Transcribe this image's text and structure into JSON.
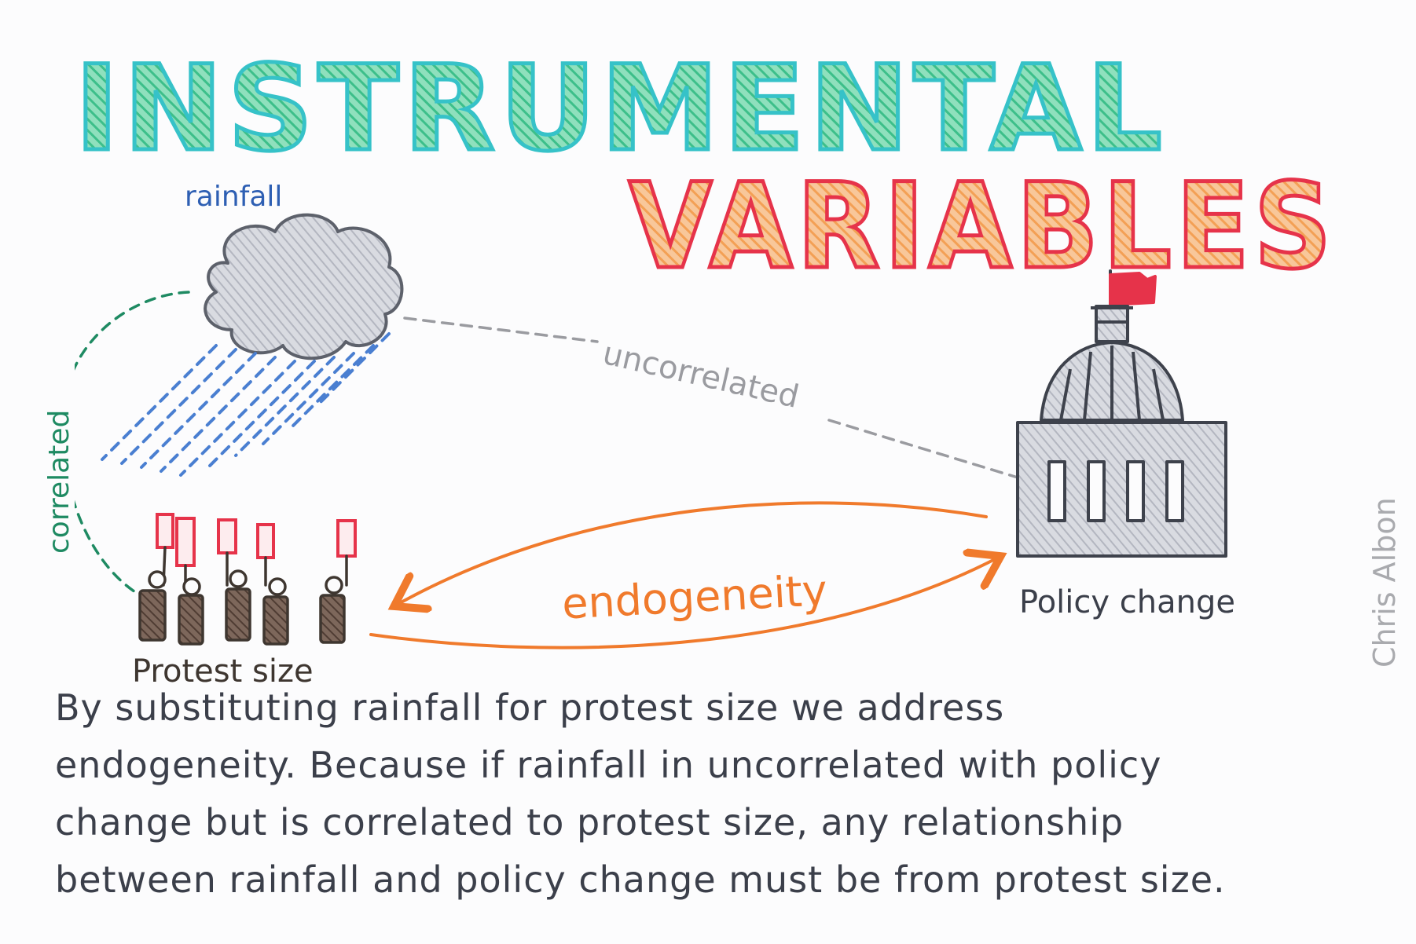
{
  "title": {
    "line1": "INSTRUMENTAL",
    "line2": "VARIABLES"
  },
  "labels": {
    "rainfall": "rainfall",
    "uncorrelated": "uncorrelated",
    "correlated": "correlated",
    "endogeneity": "endogeneity",
    "protest_size": "Protest size",
    "policy_change": "Policy change"
  },
  "body": {
    "lines": [
      "By substituting rainfall for protest size we address",
      "endogeneity. Because if rainfall in uncorrelated with policy",
      "change but is correlated to protest size, any relationship",
      "between rainfall and policy change must be from protest size."
    ]
  },
  "signature": "Chris Albon",
  "colors": {
    "title_line1_fill": "#3dbf8a",
    "title_line1_outline": "#36c2c8",
    "title_line2_fill": "#f3a055",
    "title_line2_outline": "#e6334a",
    "rainfall": "#2e5fb3",
    "rain": "#4a7fd1",
    "correlated": "#1e8a62",
    "uncorrelated": "#9a9ba0",
    "endogeneity": "#f07a2c",
    "flag_red": "#e6334a",
    "protester": "#5a463c",
    "building": "#b8bcc6",
    "ink": "#3b3f4a"
  },
  "icons": [
    "rain-cloud-icon",
    "protesters-icon",
    "capitol-building-icon"
  ]
}
